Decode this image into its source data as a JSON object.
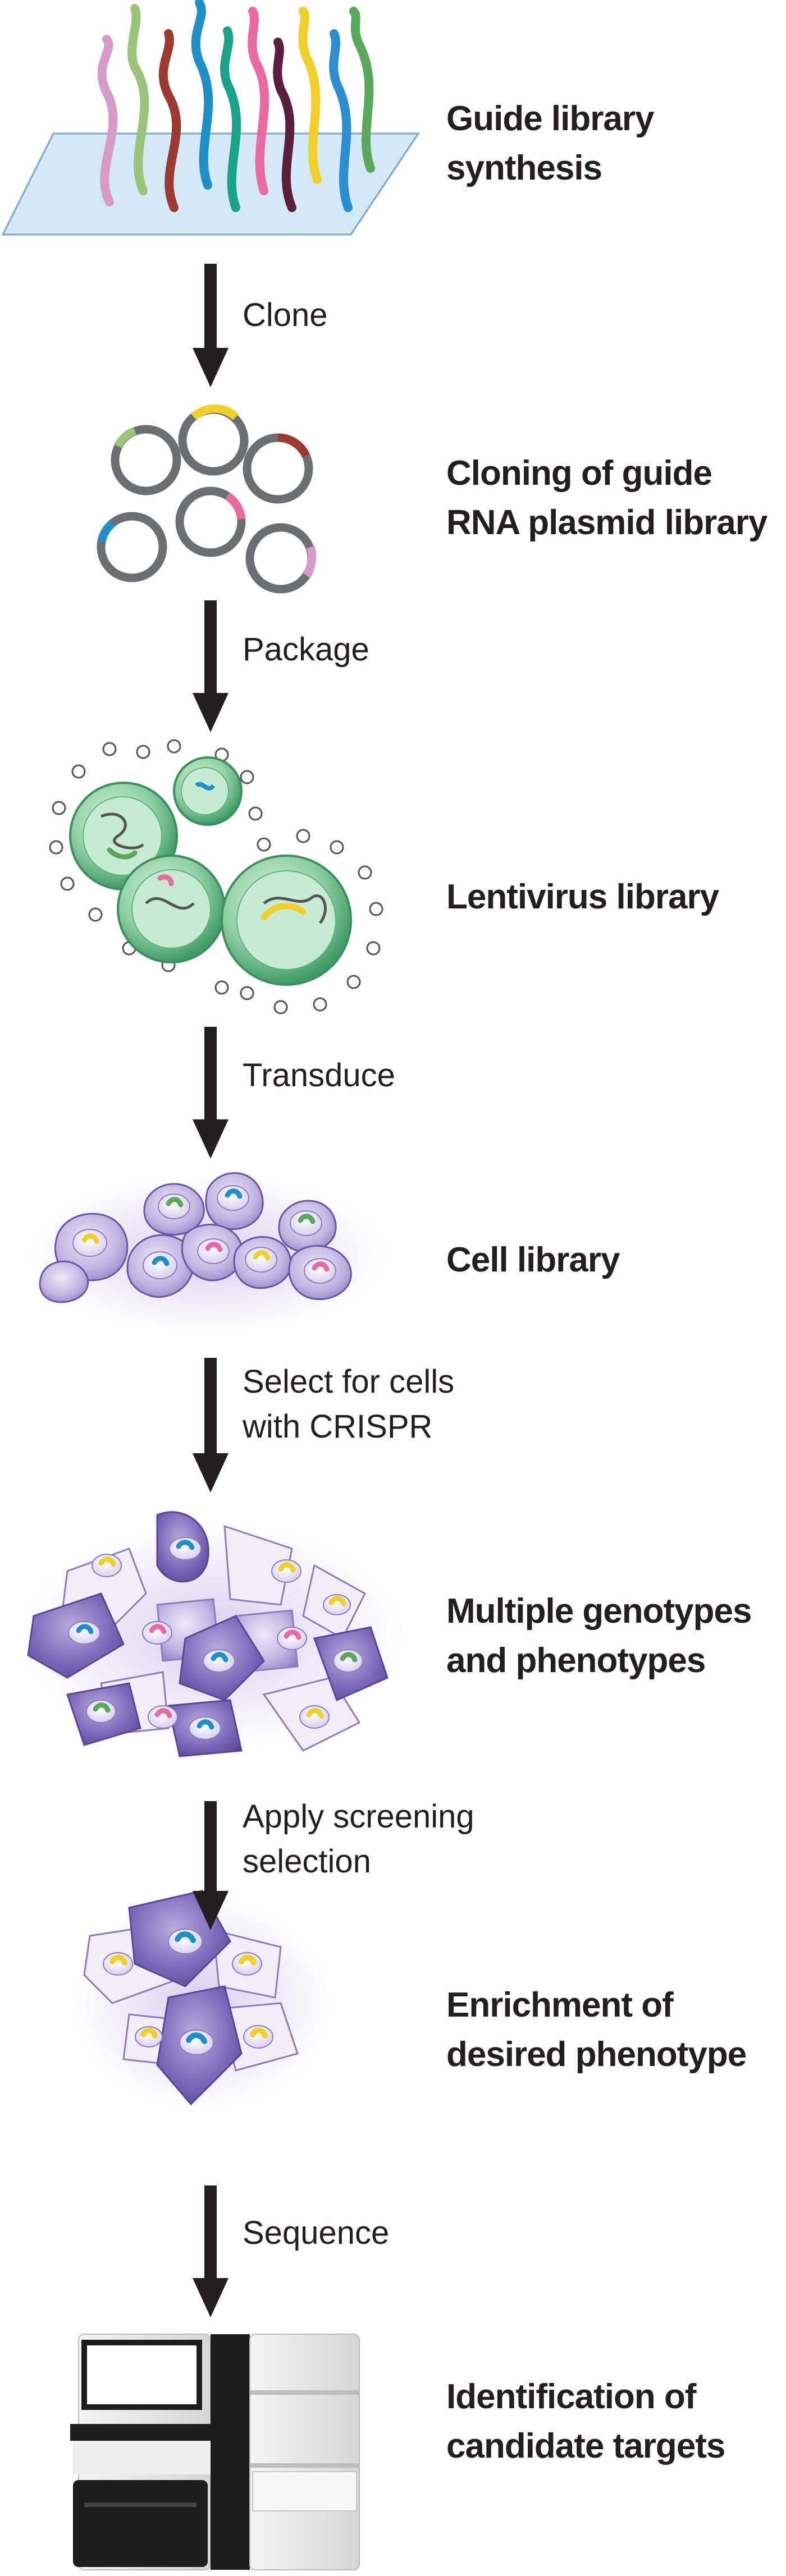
{
  "steps": [
    {
      "lines": [
        "Guide library",
        "synthesis"
      ]
    },
    {
      "lines": [
        "Cloning of guide",
        "RNA plasmid library"
      ]
    },
    {
      "lines": [
        "Lentivirus library"
      ]
    },
    {
      "lines": [
        "Cell library"
      ]
    },
    {
      "lines": [
        "Multiple genotypes",
        "and phenotypes"
      ]
    },
    {
      "lines": [
        "Enrichment of",
        "desired phenotype"
      ]
    },
    {
      "lines": [
        "Identification of",
        "candidate targets"
      ]
    }
  ],
  "actions": [
    {
      "lines": [
        "Clone"
      ]
    },
    {
      "lines": [
        "Package"
      ]
    },
    {
      "lines": [
        "Transduce"
      ]
    },
    {
      "lines": [
        "Select for cells",
        "with CRISPR"
      ]
    },
    {
      "lines": [
        "Apply screening",
        "selection"
      ]
    },
    {
      "lines": [
        "Sequence"
      ]
    }
  ],
  "colors": {
    "text": "#231f20",
    "arrow": "#231f20",
    "membrane": "#a7d3ef",
    "plasmid": "#6d6e71",
    "virus": "#5fb37f",
    "cell": "#8e7cc3",
    "cell_dark": "#6a55a8",
    "guide_colors": [
      "#d79ac9",
      "#9ac47a",
      "#9b3a30",
      "#1f8fc9",
      "#1aa388",
      "#e86aa0",
      "#5a1f3a",
      "#f1d02a",
      "#2a8ed0",
      "#5aa85c"
    ]
  },
  "icons": [
    "guide-strands-icon",
    "plasmid-ring-icon",
    "lentivirus-icon",
    "cell-icon",
    "sequencer-icon",
    "down-arrow-icon"
  ]
}
